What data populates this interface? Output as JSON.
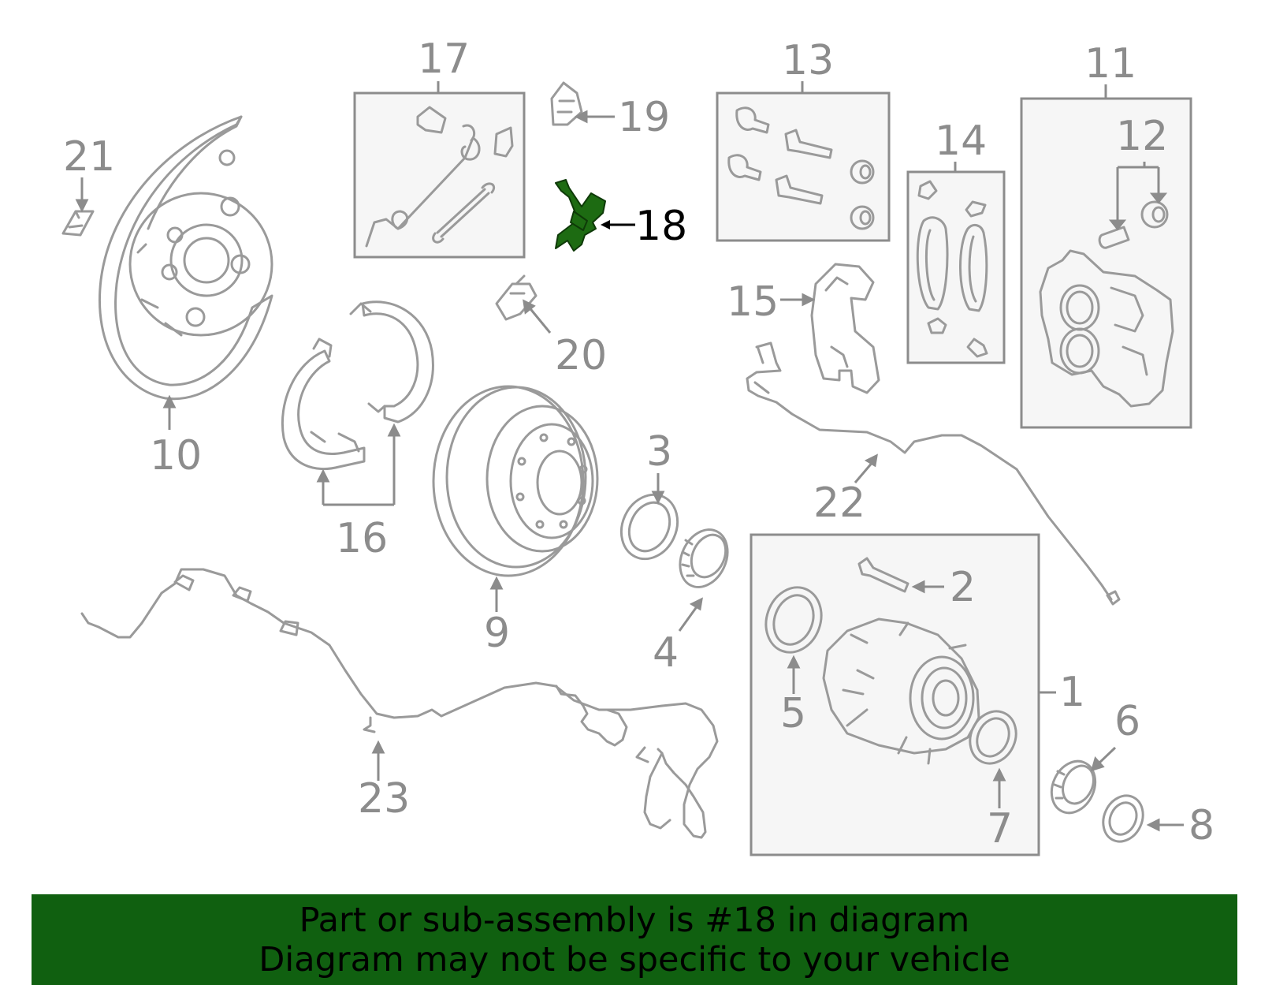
{
  "colors": {
    "highlight": "#1d6b12",
    "banner_bg": "#106010",
    "parts": "#9a9a9a",
    "labels": "#8c8c8c"
  },
  "highlighted_part": "18",
  "callouts": {
    "c1": "1",
    "c2": "2",
    "c3": "3",
    "c4": "4",
    "c5": "5",
    "c6": "6",
    "c7": "7",
    "c8": "8",
    "c9": "9",
    "c10": "10",
    "c11": "11",
    "c12": "12",
    "c13": "13",
    "c14": "14",
    "c15": "15",
    "c16": "16",
    "c17": "17",
    "c18": "18",
    "c19": "19",
    "c20": "20",
    "c21": "21",
    "c22": "22",
    "c23": "23"
  },
  "banner": {
    "line1": "Part or sub-assembly is #18 in diagram",
    "line2": "Diagram may not be specific to your vehicle"
  }
}
